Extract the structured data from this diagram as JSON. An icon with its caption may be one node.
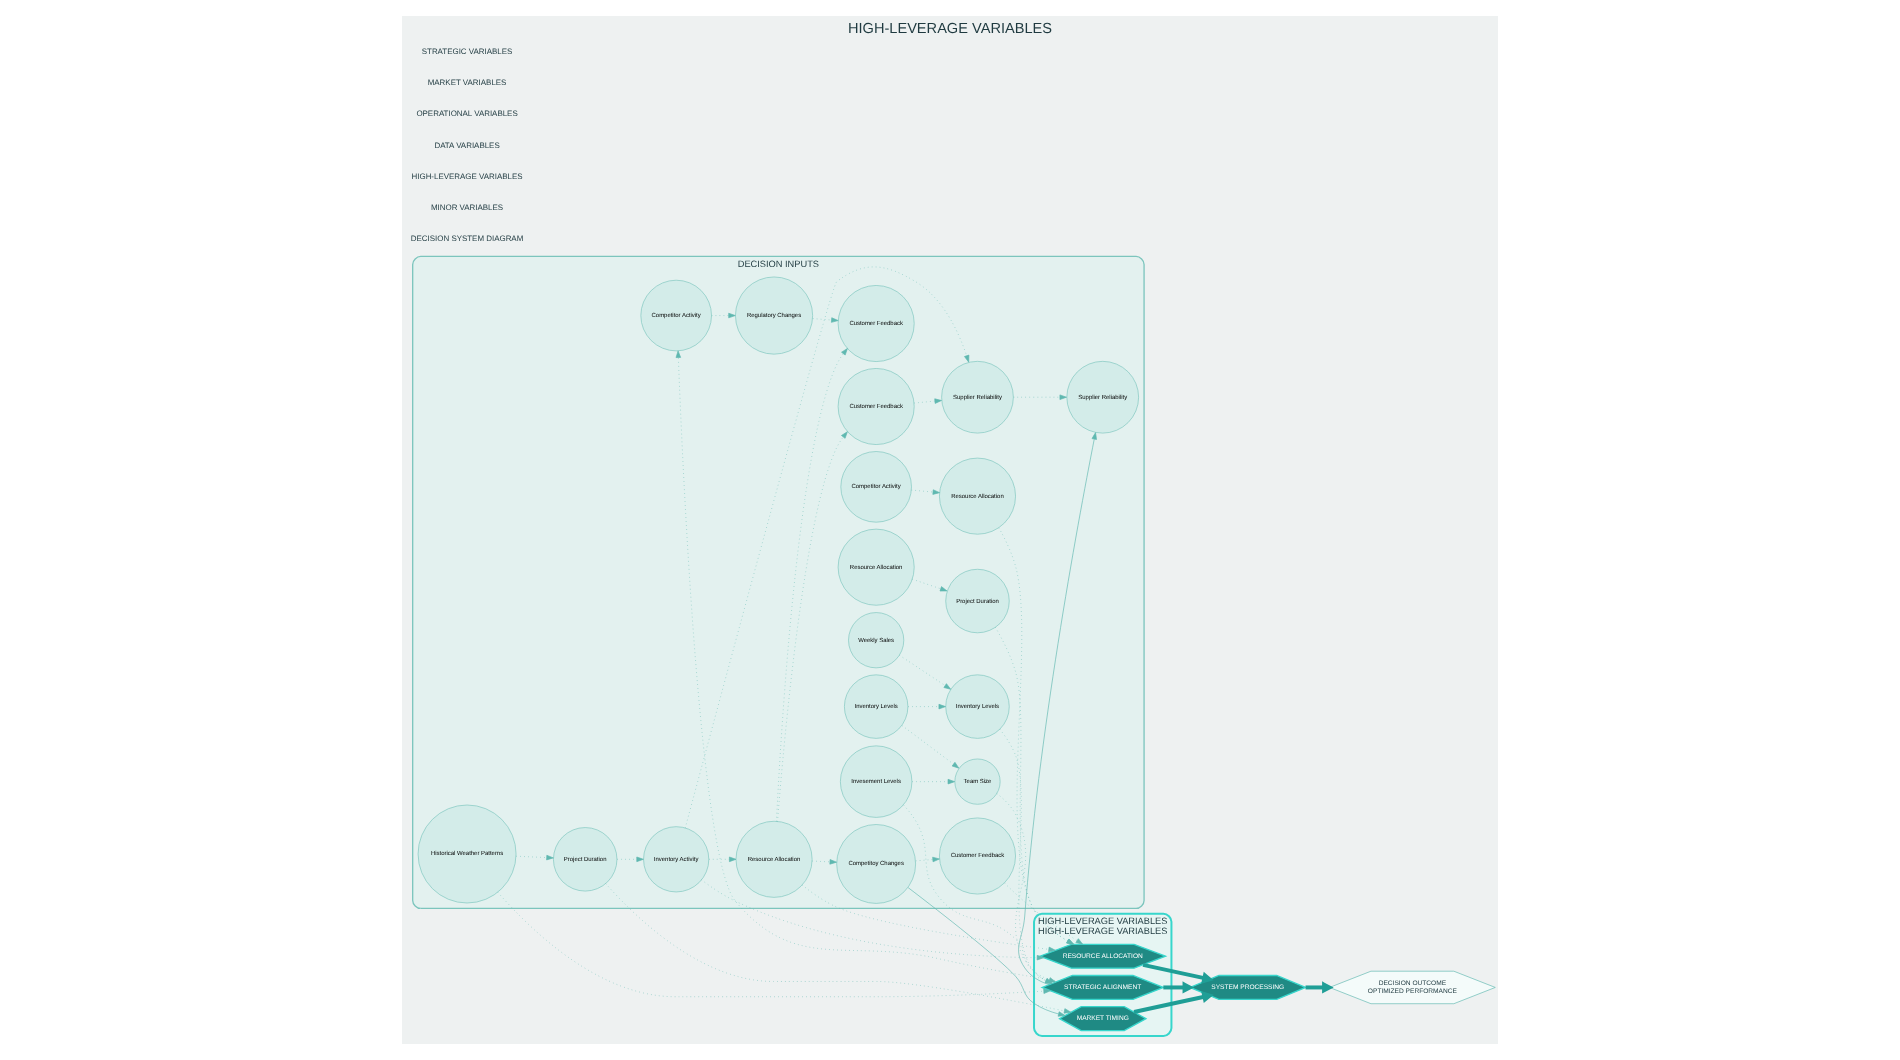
{
  "diagram": {
    "title": "HIGH-LEVERAGE VARIABLES",
    "nodes": [
      {
        "text": [
          "DECISION INPUTS"
        ]
      },
      {
        "text": [
          "Project Duration"
        ],
        "in": 0
      },
      {
        "text": [
          "Inventory Activity"
        ],
        "in": 0
      },
      {
        "text": [
          "Resource Allocation"
        ],
        "in": 0
      },
      {
        "text": [
          "Competitoy Changes"
        ],
        "in": 0
      },
      {
        "text": [
          "Customer Feedback"
        ],
        "in": 0
      },
      {
        "text": [
          "Historical Weather Patterns"
        ],
        "in": 0
      },
      {
        "text": [
          "Weekly Sales"
        ],
        "in": 0
      },
      {
        "text": [
          "Inventory Levels"
        ],
        "in": 0
      },
      {
        "text": [
          "Inventory Levels"
        ],
        "in": 0
      },
      {
        "text": [
          "Team Size"
        ],
        "in": 0
      },
      {
        "text": [
          "Invesement Levels"
        ],
        "in": 0
      },
      {
        "text": [
          "Project Duration"
        ],
        "in": 0
      },
      {
        "text": [
          "Resource Allocation"
        ],
        "in": 0
      },
      {
        "text": [
          "Resource Allocation"
        ],
        "in": 0
      },
      {
        "text": [
          "Competitor Activity"
        ],
        "in": 0
      },
      {
        "text": [
          "Competitor Activity"
        ],
        "in": 0
      },
      {
        "text": [
          "Regulatory Changes"
        ],
        "in": 0
      },
      {
        "text": [
          "Customer Feedback"
        ],
        "in": 0
      },
      {
        "text": [
          "Customer Feedback"
        ],
        "in": 0
      },
      {
        "text": [
          "Supplier Reliability"
        ],
        "in": 0
      },
      {
        "text": [
          "Supplier Reliability"
        ],
        "in": 0
      },
      {
        "text": [
          "HIGH-LEVERAGE VARIABLES",
          "HIGH-LEVERAGE VARIABLES"
        ]
      },
      {
        "text": [
          "RESOURCE ALLOCATION"
        ],
        "in": 22
      },
      {
        "text": [
          "STRATEGIC ALIGNMENT"
        ],
        "in": 22
      },
      {
        "text": [
          "MARKET TIMING"
        ],
        "in": 22
      },
      {
        "text": [
          "SYSTEM PROCESSING"
        ]
      },
      {
        "text": [
          "DECISION OUTCOME",
          "OPTIMIZED PERFORMANCE"
        ]
      }
    ],
    "edges": [
      {
        "from": 6,
        "to": 1,
        "arrow": "to",
        "style": "dashed"
      },
      {
        "from": 1,
        "to": 2,
        "arrow": "to",
        "style": "dashed"
      },
      {
        "from": 2,
        "to": 3,
        "arrow": "to",
        "style": "dashed"
      },
      {
        "from": 3,
        "to": 4,
        "arrow": "to",
        "style": "dashed"
      },
      {
        "from": 4,
        "to": 5,
        "arrow": "to",
        "style": "dashed"
      },
      {
        "from": 7,
        "to": 8,
        "arrow": "to",
        "style": "dashed"
      },
      {
        "from": 9,
        "to": 8,
        "arrow": "to",
        "style": "dashed"
      },
      {
        "from": 9,
        "to": 10,
        "arrow": "to",
        "style": "dashed"
      },
      {
        "from": 11,
        "to": 10,
        "arrow": "to",
        "style": "dashed"
      },
      {
        "from": 13,
        "to": 12,
        "arrow": "to",
        "style": "dashed"
      },
      {
        "from": 15,
        "to": 14,
        "arrow": "to",
        "style": "dashed"
      },
      {
        "from": 16,
        "to": 17,
        "arrow": "to",
        "style": "dashed"
      },
      {
        "from": 17,
        "to": 18,
        "arrow": "to",
        "style": "dashed"
      },
      {
        "from": 19,
        "to": 20,
        "arrow": "to",
        "style": "dashed"
      },
      {
        "from": 20,
        "to": 21,
        "arrow": "to",
        "style": "dashed"
      },
      {
        "from": 2,
        "to": 23,
        "arrow": "to",
        "style": "dashed"
      },
      {
        "from": 3,
        "to": 23,
        "arrow": "to",
        "style": "dashed"
      },
      {
        "from": 5,
        "to": 23,
        "arrow": "to",
        "style": "dashed"
      },
      {
        "from": 4,
        "to": 25,
        "arrow": "to"
      },
      {
        "from": 6,
        "to": 24,
        "arrow": "to",
        "style": "dashed"
      },
      {
        "from": 8,
        "to": 24,
        "arrow": "to",
        "style": "dashed"
      },
      {
        "from": 10,
        "to": 24,
        "arrow": "to",
        "style": "dashed"
      },
      {
        "from": 11,
        "to": 24,
        "arrow": "to",
        "style": "dashed"
      },
      {
        "from": 12,
        "to": 23,
        "arrow": "to",
        "style": "dashed"
      },
      {
        "from": 14,
        "to": 23,
        "arrow": "to",
        "style": "dashed"
      },
      {
        "from": 1,
        "to": 25,
        "arrow": "to",
        "style": "dashed"
      },
      {
        "from": 24,
        "to": 16,
        "arrow": "to",
        "style": "dashed"
      },
      {
        "from": 3,
        "to": 18,
        "arrow": "to",
        "style": "dashed"
      },
      {
        "from": 3,
        "to": 19,
        "arrow": "to",
        "style": "dashed"
      },
      {
        "from": 2,
        "to": 20,
        "arrow": "to",
        "style": "dashed"
      },
      {
        "from": 24,
        "to": 21,
        "arrow": "to"
      },
      {
        "from": 23,
        "to": 26,
        "arrow": "to",
        "style": "thick"
      },
      {
        "from": 24,
        "to": 26,
        "arrow": "to",
        "style": "thick"
      },
      {
        "from": 25,
        "to": 26,
        "arrow": "to",
        "style": "thick"
      },
      {
        "from": 26,
        "to": 27,
        "arrow": "to",
        "style": "thick"
      }
    ],
    "labels": [
      "DECISION SYSTEM DIAGRAM",
      "MINOR VARIABLES",
      "HIGH-LEVERAGE VARIABLES",
      "DATA VARIABLES",
      "OPERATIONAL VARIABLES",
      "MARKET VARIABLES",
      "STRATEGIC VARIABLES"
    ]
  }
}
